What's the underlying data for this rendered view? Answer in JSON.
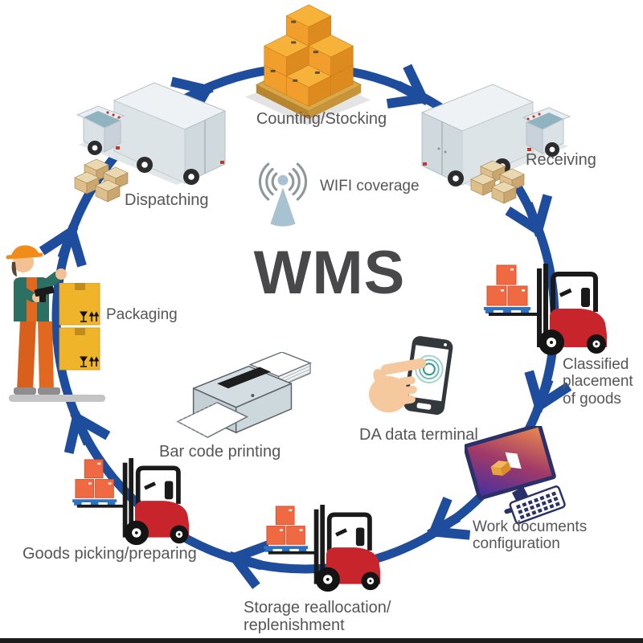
{
  "title": "WMS",
  "colors": {
    "arrow_blue": "#1d4d9c",
    "label_gray": "#565659",
    "title_gray": "#48484a",
    "carton_orange": "#f2a433",
    "load_orange": "#ef6a42",
    "pallet_blue": "#2f72c4",
    "forklift_red": "#c8242b",
    "truck_gray": "#dde4e8",
    "wifi_gray": "#a9c2d2",
    "skin": "#f6c89e",
    "worker_teal": "#2c6f63",
    "worker_orange": "#e2671f",
    "screen_teal": "#2f9e98"
  },
  "center": {
    "wifi": {
      "label": "WIFI coverage",
      "icon": "wifi-antenna-icon"
    },
    "barcode": {
      "label": "Bar code printing",
      "icon": "barcode-printer-icon"
    },
    "terminal": {
      "label": "DA data terminal",
      "icon": "handheld-terminal-icon"
    }
  },
  "stages": [
    {
      "id": "counting-stocking",
      "label": "Counting/Stocking",
      "icon": "pallet-boxes-icon",
      "position": "top"
    },
    {
      "id": "receiving",
      "label": "Receiving",
      "icon": "box-truck-icon",
      "position": "top-right"
    },
    {
      "id": "classified-placement",
      "label": "Classified\nplacement\nof goods",
      "icon": "forklift-icon",
      "position": "right"
    },
    {
      "id": "work-documents",
      "label": "Work documents\nconfiguration",
      "icon": "workstation-icon",
      "position": "bottom-right"
    },
    {
      "id": "storage-reallocation",
      "label": "Storage reallocation/\nreplenishment",
      "icon": "forklift-icon",
      "position": "bottom"
    },
    {
      "id": "goods-picking",
      "label": "Goods picking/preparing",
      "icon": "forklift-icon",
      "position": "bottom-left"
    },
    {
      "id": "packaging",
      "label": "Packaging",
      "icon": "worker-scanning-icon",
      "position": "left"
    },
    {
      "id": "dispatching",
      "label": "Dispatching",
      "icon": "box-truck-icon",
      "position": "top-left"
    }
  ]
}
